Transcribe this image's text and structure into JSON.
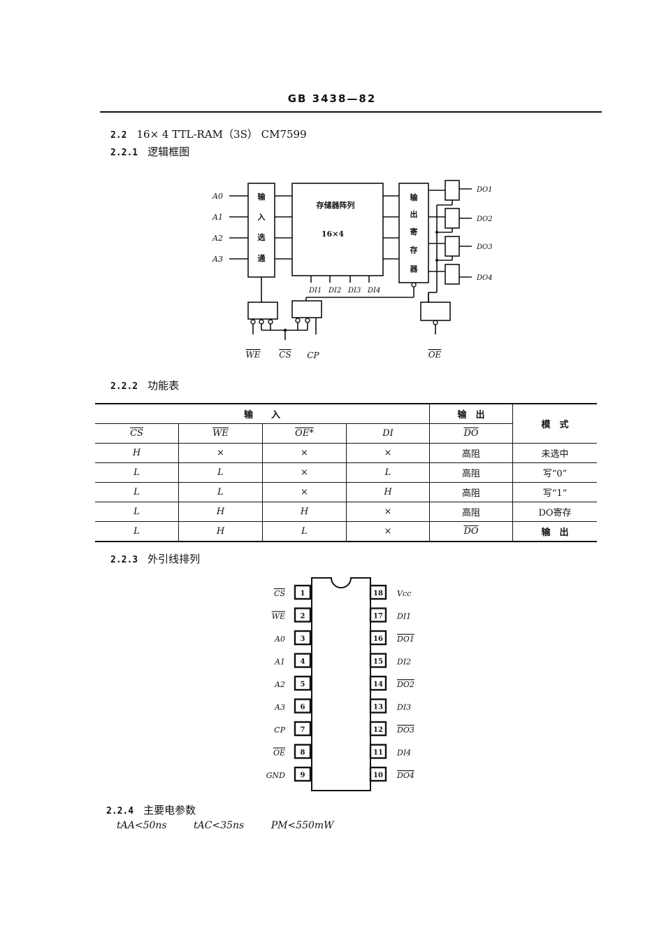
{
  "header": {
    "standard": "GB 3438—82"
  },
  "sections": {
    "s22": {
      "num": "2.2",
      "title": "16× 4 TTL-RAM（3S） CM7599"
    },
    "s221": {
      "num": "2.2.1",
      "title": "逻辑框图"
    },
    "s222": {
      "num": "2.2.2",
      "title": "功能表"
    },
    "s223": {
      "num": "2.2.3",
      "title": "外引线排列"
    },
    "s224": {
      "num": "2.2.4",
      "title": "主要电参数"
    }
  },
  "block_diagram": {
    "inputs": [
      "A0",
      "A1",
      "A2",
      "A3"
    ],
    "input_block": [
      "输",
      "入",
      "选",
      "通"
    ],
    "array_title": "存储器阵列",
    "array_size": "16×4",
    "data_inputs": [
      "DI1",
      "DI2",
      "DI3",
      "DI4"
    ],
    "output_block": [
      "输",
      "出",
      "寄",
      "存",
      "器"
    ],
    "outputs": [
      "DO1",
      "DO2",
      "DO3",
      "DO4"
    ],
    "control_pins": [
      "WE",
      "CS",
      "CP",
      "OE"
    ]
  },
  "function_table": {
    "group_input": "输　　入",
    "group_output": "输　出",
    "col_mode": "模　式",
    "columns": [
      "CS",
      "WE",
      "OE*",
      "DI",
      "DO"
    ],
    "rows": [
      [
        "H",
        "×",
        "×",
        "×",
        "高阻",
        "未选中"
      ],
      [
        "L",
        "L",
        "×",
        "L",
        "高阻",
        "写“0”"
      ],
      [
        "L",
        "L",
        "×",
        "H",
        "高阻",
        "写“1”"
      ],
      [
        "L",
        "H",
        "H",
        "×",
        "高阻",
        "DO寄存"
      ],
      [
        "L",
        "H",
        "L",
        "×",
        "DO",
        "输　出"
      ]
    ]
  },
  "pinout": {
    "left": [
      {
        "num": "1",
        "name": "CS"
      },
      {
        "num": "2",
        "name": "WE"
      },
      {
        "num": "3",
        "name": "A0"
      },
      {
        "num": "4",
        "name": "A1"
      },
      {
        "num": "5",
        "name": "A2"
      },
      {
        "num": "6",
        "name": "A3"
      },
      {
        "num": "7",
        "name": "CP"
      },
      {
        "num": "8",
        "name": "OE"
      },
      {
        "num": "9",
        "name": "GND"
      }
    ],
    "right": [
      {
        "num": "18",
        "name": "Vcc"
      },
      {
        "num": "17",
        "name": "DI1"
      },
      {
        "num": "16",
        "name": "DO1"
      },
      {
        "num": "15",
        "name": "DI2"
      },
      {
        "num": "14",
        "name": "DO2"
      },
      {
        "num": "13",
        "name": "DI3"
      },
      {
        "num": "12",
        "name": "DO3"
      },
      {
        "num": "11",
        "name": "DI4"
      },
      {
        "num": "10",
        "name": "DO4"
      }
    ]
  },
  "parameters": [
    "tAA<50ns",
    "tAC<35ns",
    "PM<550mW"
  ]
}
